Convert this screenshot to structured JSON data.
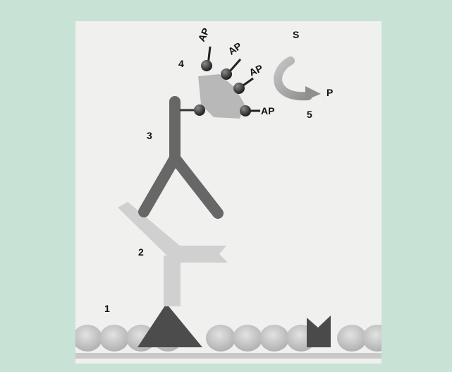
{
  "colors": {
    "outer_background": "#c8e2d6",
    "panel_background": "#f0f0ef",
    "surface_beads": "#cbcbcb",
    "antigen": "#4c4c4c",
    "primary_antibody": "#cfd0cf",
    "secondary_antibody": "#666666",
    "enzyme_complex": "#b8b8b8",
    "ap_sphere": "#2e2e2e",
    "reaction_arrow": "#9e9e9e"
  },
  "labels": {
    "step_1": "1",
    "step_2": "2",
    "step_3": "3",
    "step_4": "4",
    "step_5": "5",
    "ap_1": "AP",
    "ap_2": "AP",
    "ap_3": "AP",
    "ap_4": "AP",
    "substrate": "S",
    "product": "P"
  }
}
